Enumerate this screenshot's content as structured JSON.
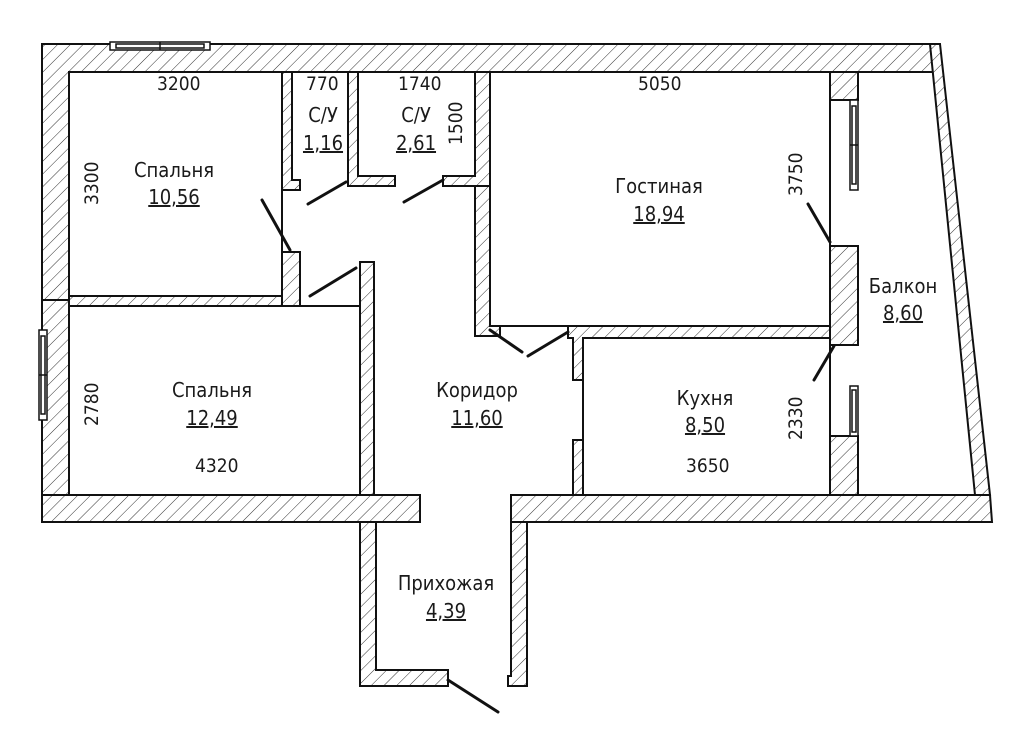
{
  "rooms": {
    "bedroom1": {
      "name": "Спальня",
      "area": "10,56"
    },
    "wc1": {
      "name": "С/У",
      "area": "1,16"
    },
    "wc2": {
      "name": "С/У",
      "area": "2,61"
    },
    "living": {
      "name": "Гостиная",
      "area": "18,94"
    },
    "balcony": {
      "name": "Балкон",
      "area": "8,60"
    },
    "bedroom2": {
      "name": "Спальня",
      "area": "12,49"
    },
    "corridor": {
      "name": "Коридор",
      "area": "11,60"
    },
    "kitchen": {
      "name": "Кухня",
      "area": "8,50"
    },
    "hall": {
      "name": "Прихожая",
      "area": "4,39"
    }
  },
  "dimensions": {
    "bedroom1_width": "3200",
    "bedroom1_height": "3300",
    "wc1_width": "770",
    "wc2_width": "1740",
    "wc2_height": "1500",
    "living_width": "5050",
    "living_height": "3750",
    "bedroom2_height": "2780",
    "bedroom2_width": "4320",
    "kitchen_height": "2330",
    "kitchen_width": "3650"
  }
}
